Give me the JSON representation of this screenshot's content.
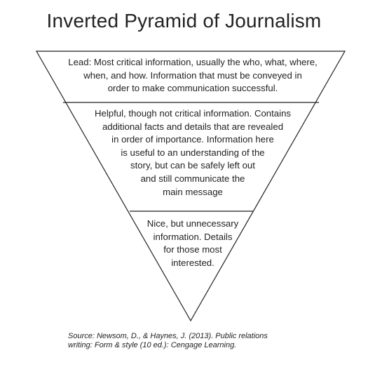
{
  "title": "Inverted Pyramid of Journalism",
  "sections": {
    "lead": "Lead: Most critical information, usually the who, what, where,\nwhen, and how. Information that must be conveyed in\norder to make communication successful.",
    "helpful": "Helpful, though not critical information. Contains\nadditional facts and details that are revealed\nin order of importance. Information here\nis useful to an understanding of the\nstory, but can be safely left out\nand still communicate the\nmain message",
    "nice": "Nice, but unnecessary\ninformation. Details\nfor those most\ninterested."
  },
  "source": "Source: Newsom, D., & Haynes, J. (2013). Public relations\nwriting: Form & style (10 ed.): Cengage Learning.",
  "colors": {
    "stroke": "#222222",
    "text": "#222222",
    "background": "#ffffff"
  }
}
